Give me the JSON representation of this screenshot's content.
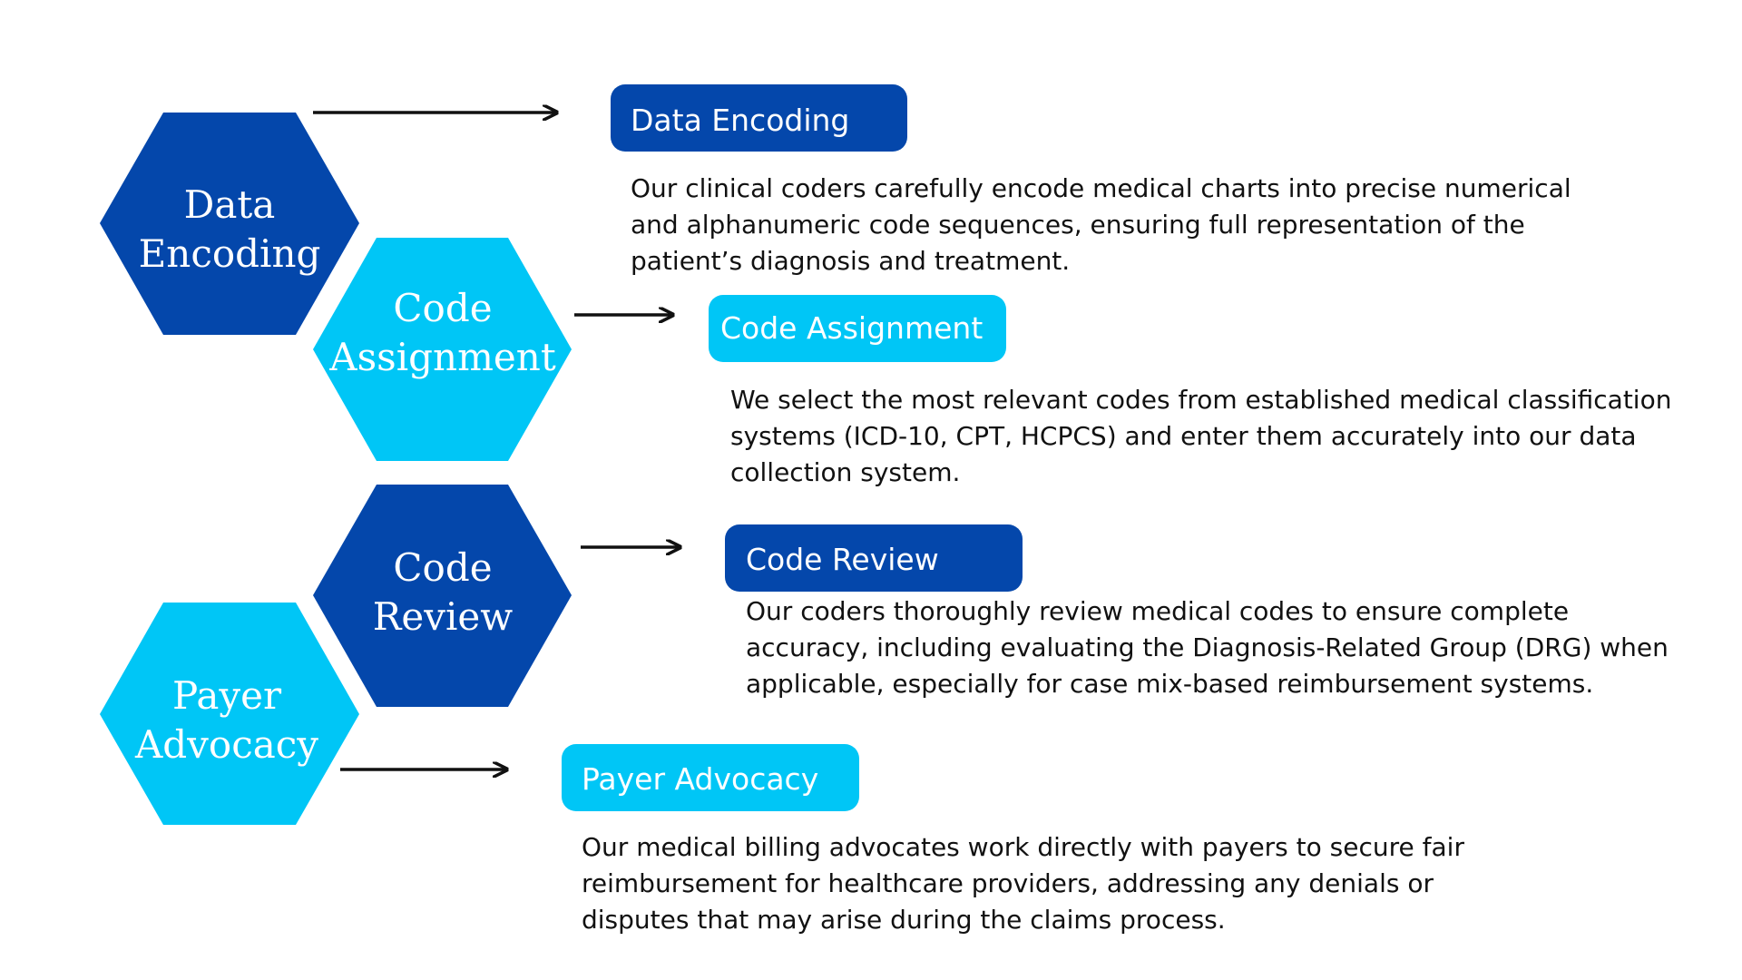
{
  "colors": {
    "dark_blue": "#0447AB",
    "light_blue": "#00C6F6",
    "arrow": "#111111",
    "text": "#111111",
    "background": "#FFFFFF"
  },
  "steps": [
    {
      "hex_label_lines": [
        "Data",
        "Encoding"
      ],
      "heading": "Data Encoding",
      "description": "Our clinical coders carefully encode medical charts into precise numerical and alphanumeric code sequences, ensuring full representation of the patient’s diagnosis and treatment.",
      "color": "dark"
    },
    {
      "hex_label_lines": [
        "Code",
        "Assignment"
      ],
      "heading": "Code Assignment",
      "description": "We select the most relevant codes from established medical classification systems (ICD-10, CPT, HCPCS) and enter them accurately into our data collection system.",
      "color": "light"
    },
    {
      "hex_label_lines": [
        "Code",
        "Review"
      ],
      "heading": "Code Review",
      "description": "Our coders thoroughly review medical codes to ensure complete accuracy, including evaluating the Diagnosis-Related Group (DRG) when applicable, especially for case mix-based reimbursement systems.",
      "color": "dark"
    },
    {
      "hex_label_lines": [
        "Payer",
        "Advocacy"
      ],
      "heading": "Payer Advocacy",
      "description": "Our medical billing advocates work directly with payers to secure fair reimbursement for healthcare providers, addressing any denials or disputes that may arise during the claims process.",
      "color": "light"
    }
  ]
}
